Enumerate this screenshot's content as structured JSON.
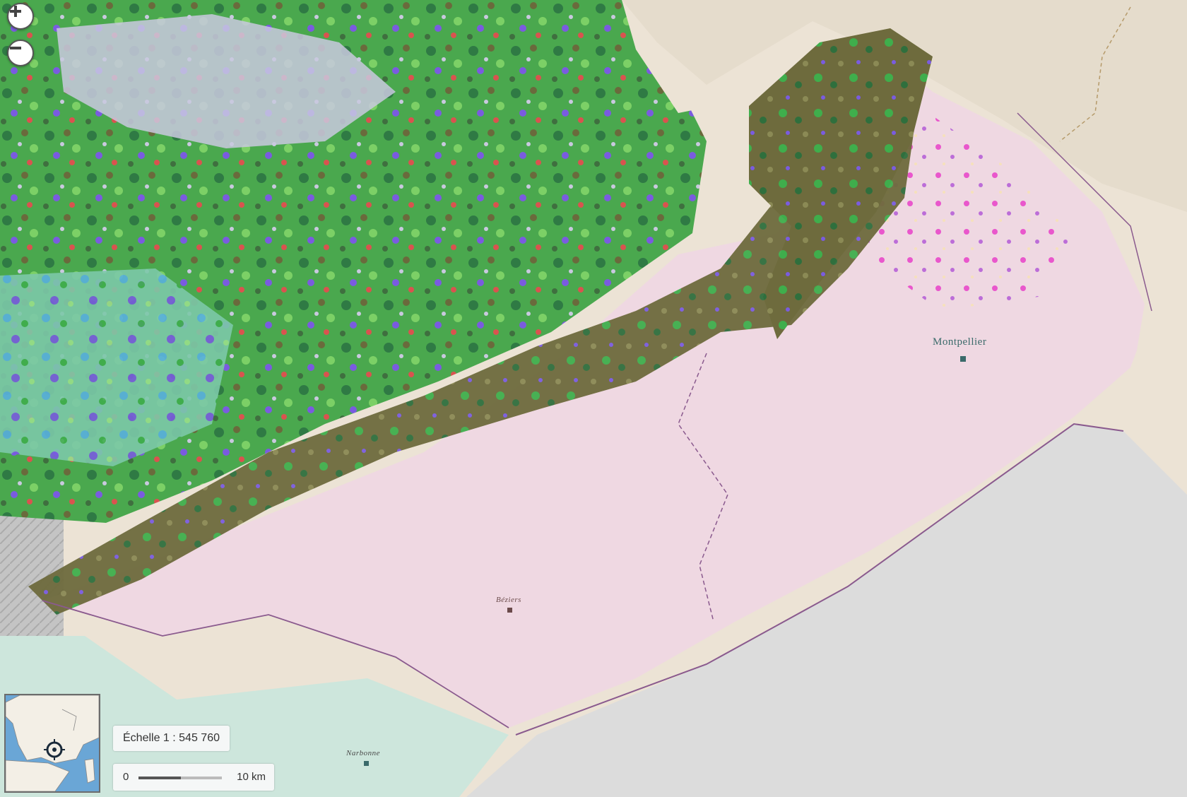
{
  "map": {
    "controls": {
      "zoom_in_icon": "plus-icon",
      "zoom_out_icon": "minus-icon"
    },
    "cities": [
      {
        "name": "Montpellier",
        "style": "normal"
      },
      {
        "name": "Béziers",
        "style": "italic"
      },
      {
        "name": "Narbonne",
        "style": "italic"
      }
    ],
    "overview": {
      "locator_icon": "crosshair-target-icon"
    },
    "scale": {
      "label": "Échelle 1 : 545 760",
      "bar_zero": "0",
      "bar_distance": "10 km"
    },
    "colors": {
      "lowland_pink": "#efd8e2",
      "sea_gray": "#dcdcdc",
      "outside_region_beige": "#ece3d5",
      "aude_mint": "#cde6dc",
      "forest_green": "#3fae4c",
      "dark_olive": "#6e6b3d",
      "violet": "#7a5be0",
      "magenta": "#e840c8",
      "lavender": "#c9c9df",
      "coast_line": "#8a5a8e"
    }
  }
}
